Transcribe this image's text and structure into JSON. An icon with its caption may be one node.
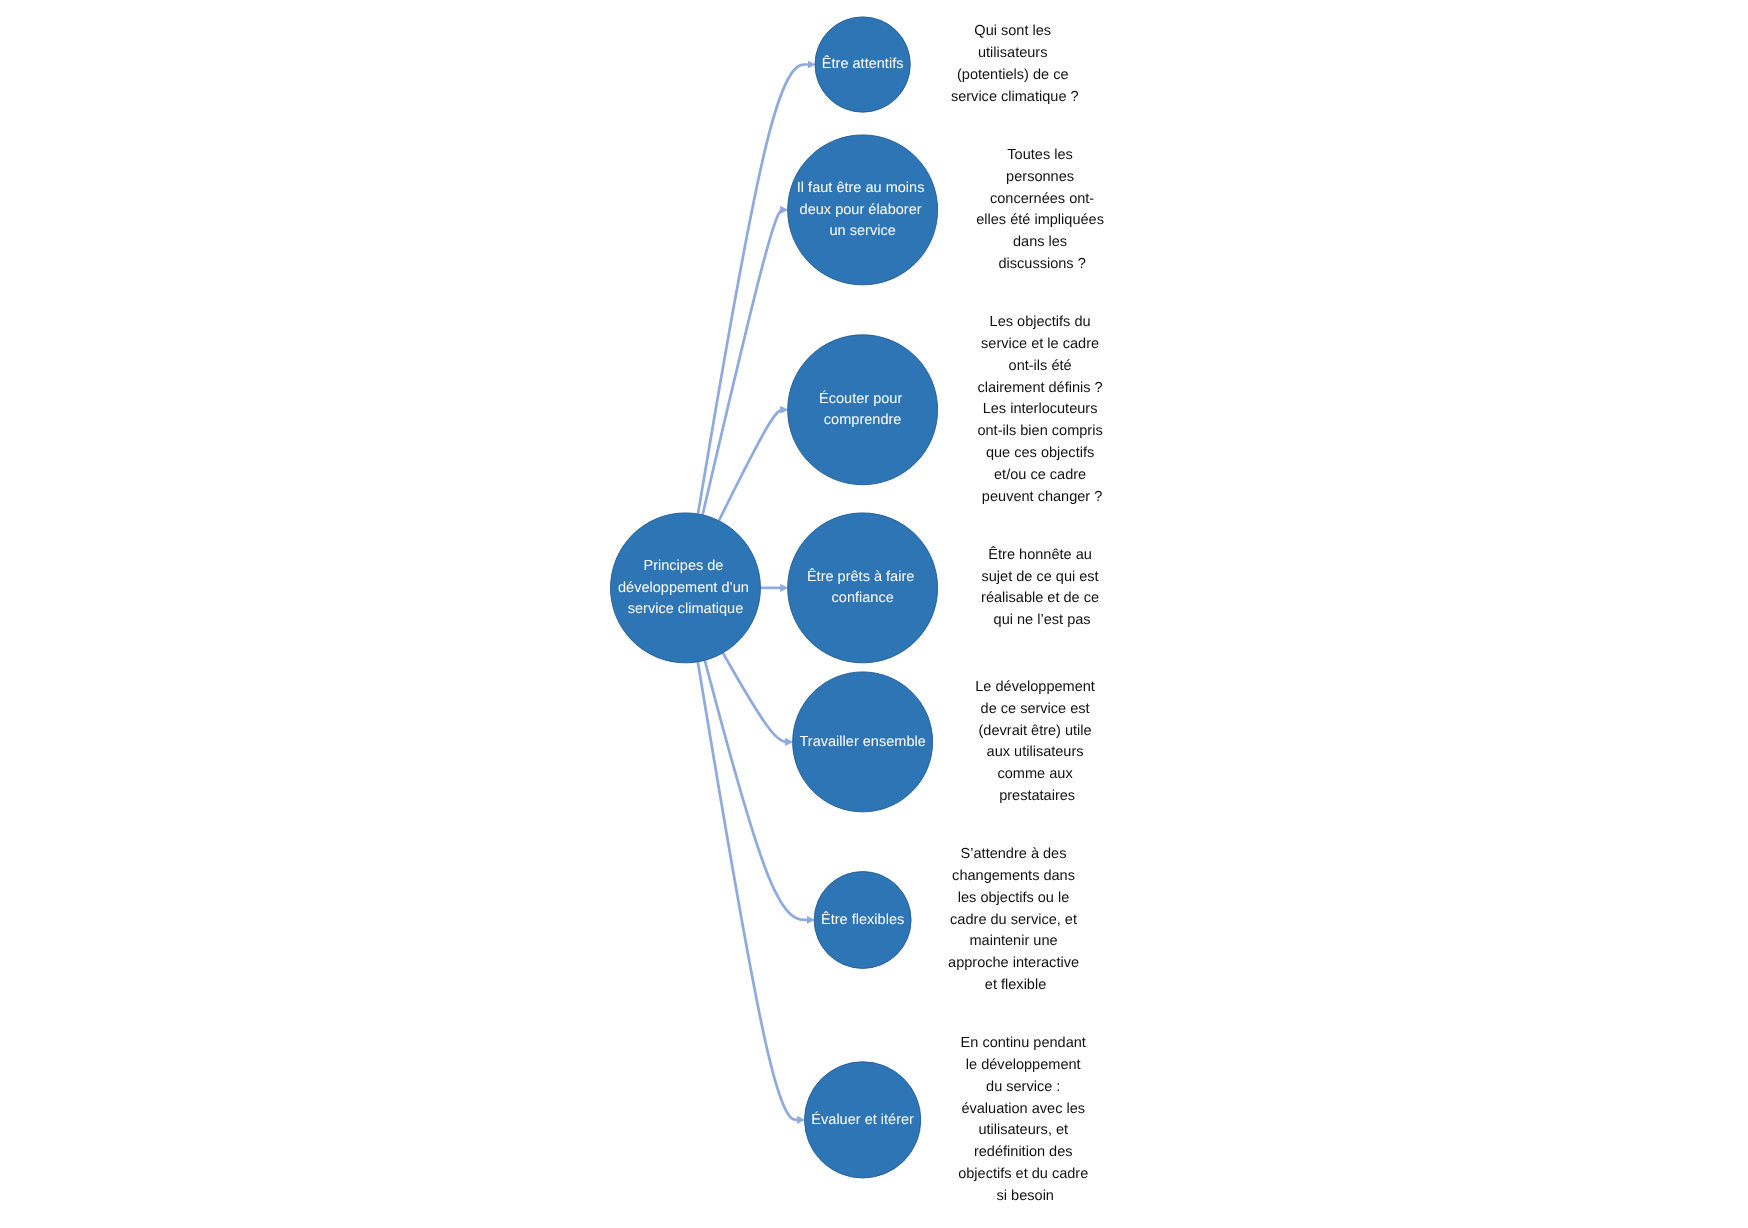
{
  "diagram": {
    "nodes": [
      {
        "text": [
          "Principes de développement d’un service climatique"
        ]
      },
      {
        "text": [
          "Être attentifs"
        ],
        "beside": [
          "Qui sont les utilisateurs (potentiels) de ce service climatique ?"
        ]
      },
      {
        "text": [
          "Il faut être au moins deux pour élaborer un service"
        ],
        "beside": [
          "Toutes les personnes concernées ont-elles été impliquées dans les discussions ?"
        ]
      },
      {
        "text": [
          "Écouter pour comprendre"
        ],
        "beside": [
          "Les objectifs du service et le cadre ont-ils été clairement définis ? Les interlocuteurs ont-ils bien compris que ces objectifs et/ou ce cadre peuvent changer ?"
        ]
      },
      {
        "text": [
          "Être prêts à faire confiance"
        ],
        "beside": [
          "Être honnête au sujet de ce qui est réalisable et de ce qui ne l’est pas"
        ]
      },
      {
        "text": [
          "Travailler ensemble"
        ],
        "beside": [
          "Le développement de ce service est (devrait être) utile aux utilisateurs comme aux prestataires"
        ]
      },
      {
        "text": [
          "Être flexibles"
        ],
        "beside": [
          "S’attendre à des changements dans les objectifs ou le cadre du service, et maintenir une approche interactive et flexible"
        ]
      },
      {
        "text": [
          "Évaluer et itérer"
        ],
        "beside": [
          "En continu pendant le développement du service : évaluation avec les utilisateurs, et redéfinition des objectifs et du cadre si besoin"
        ]
      }
    ],
    "edges": [
      {
        "from": 0,
        "to": 1,
        "arrow": "to"
      },
      {
        "from": 0,
        "to": 2,
        "arrow": "to"
      },
      {
        "from": 0,
        "to": 3,
        "arrow": "to"
      },
      {
        "from": 0,
        "to": 4,
        "arrow": "to"
      },
      {
        "from": 0,
        "to": 5,
        "arrow": "to"
      },
      {
        "from": 0,
        "to": 6,
        "arrow": "to"
      },
      {
        "from": 0,
        "to": 7,
        "arrow": "to"
      }
    ]
  }
}
